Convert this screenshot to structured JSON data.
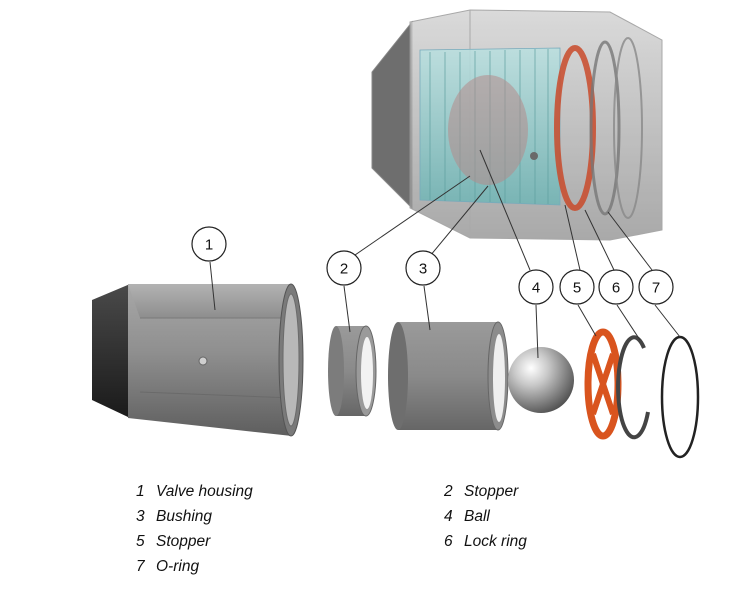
{
  "callouts": [
    {
      "id": "1",
      "label": "1"
    },
    {
      "id": "2",
      "label": "2"
    },
    {
      "id": "3",
      "label": "3"
    },
    {
      "id": "4",
      "label": "4"
    },
    {
      "id": "5",
      "label": "5"
    },
    {
      "id": "6",
      "label": "6"
    },
    {
      "id": "7",
      "label": "7"
    }
  ],
  "legend": [
    {
      "num": "1",
      "text": "Valve housing"
    },
    {
      "num": "2",
      "text": "Stopper"
    },
    {
      "num": "3",
      "text": "Bushing"
    },
    {
      "num": "4",
      "text": "Ball"
    },
    {
      "num": "5",
      "text": "Stopper"
    },
    {
      "num": "6",
      "text": "Lock ring"
    },
    {
      "num": "7",
      "text": "O-ring"
    }
  ],
  "colors": {
    "housing": "#8a8a8a",
    "housing_dark": "#3a3a3a",
    "stopper_red": "#d9541e",
    "transparent_housing": "#bcbcbc",
    "cage_teal": "#9fd3d3"
  }
}
